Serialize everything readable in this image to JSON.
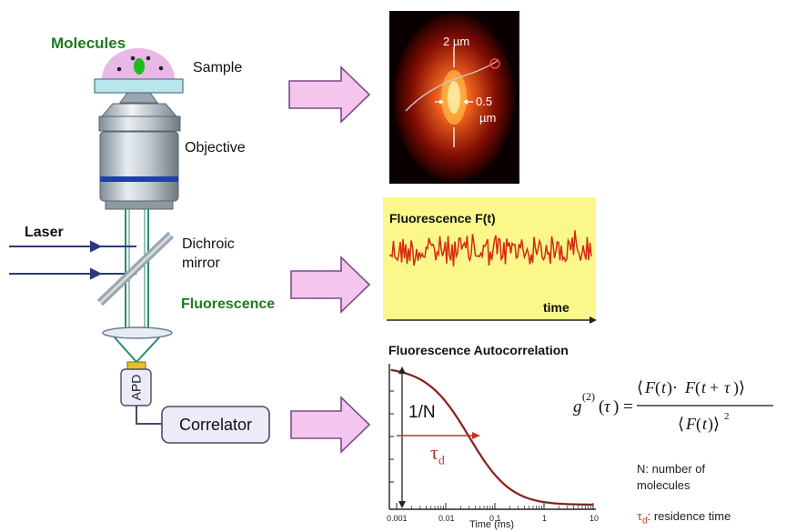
{
  "setup": {
    "molecules": "Molecules",
    "sample": "Sample",
    "objective": "Objective",
    "laser": "Laser",
    "dichroic_line1": "Dichroic",
    "dichroic_line2": "mirror",
    "fluorescence": "Fluorescence",
    "apd": "APD",
    "correlator": "Correlator"
  },
  "focus_image": {
    "size_long": "2 µm",
    "size_short_1": "0.5",
    "size_short_2": "µm"
  },
  "trace": {
    "title": "Fluorescence F(t)",
    "xlabel": "time"
  },
  "autocorr": {
    "title": "Fluorescence Autocorrelation",
    "amp_label": "1/N",
    "tau_label": "τ",
    "tau_sub": "d",
    "xlabel": "Time (ms)",
    "ticks": [
      "0.001",
      "0.01",
      "0.1",
      "1",
      "10"
    ]
  },
  "legend": {
    "n_desc_1": "N: number of",
    "n_desc_2": "molecules",
    "tau_desc": "residence time",
    "tau_sym": "τ",
    "tau_sub": "d"
  },
  "colors": {
    "arrow_fill": "#f4c6ee",
    "arrow_stroke": "#7a4a8a",
    "trace_bg": "#fbf78a",
    "trace_line": "#d42a10",
    "lens_blue": "#1f3fb0",
    "beam": "#2e8b6e",
    "fluor_green": "#1f7a1f"
  }
}
